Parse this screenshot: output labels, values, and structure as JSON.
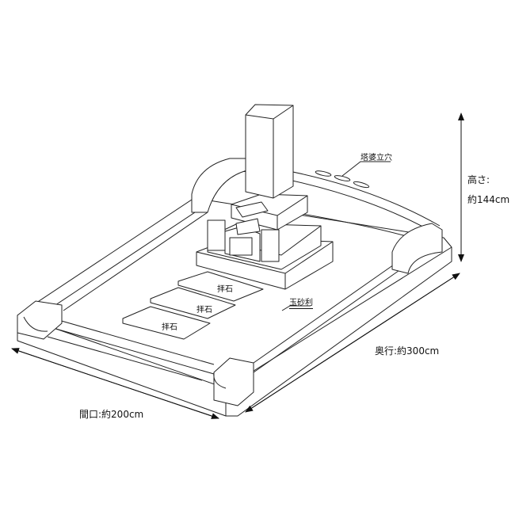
{
  "labels": {
    "stupa_hole": "塔婆立穴",
    "height_title": "高さ:",
    "height_value": "約144cm",
    "gravel": "玉砂利",
    "worship_stone_1": "拝石",
    "worship_stone_2": "拝石",
    "worship_stone_3": "拝石",
    "depth": "奥行:約300cm",
    "width": "間口:約200cm"
  }
}
